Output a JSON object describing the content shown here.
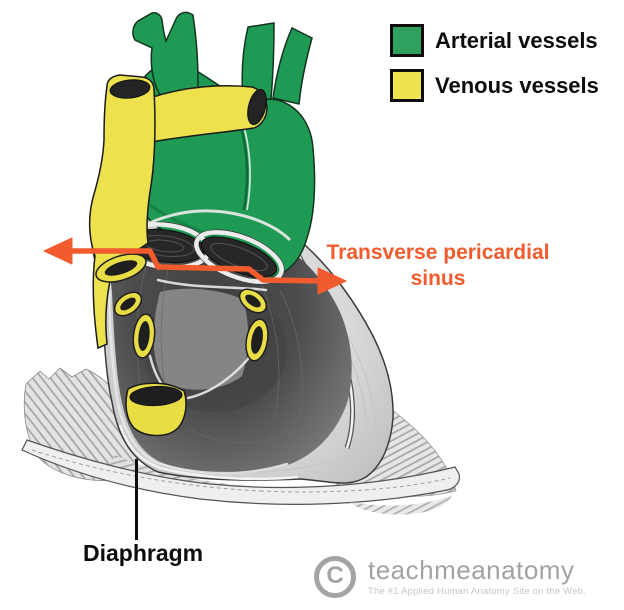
{
  "legend": {
    "items": [
      {
        "label": "Arterial vessels",
        "color": "#2FA05E"
      },
      {
        "label": "Venous vessels",
        "color": "#EFE44F"
      }
    ]
  },
  "annotations": {
    "transverse_sinus": {
      "line1": "Transverse pericardial",
      "line2": "sinus",
      "color": "#F15B2D"
    },
    "diaphragm": {
      "label": "Diaphragm"
    }
  },
  "watermark": {
    "symbol": "C",
    "brand": "teachmeanatomy",
    "tagline": "The #1 Applied Human Anatomy Site on the Web."
  },
  "palette": {
    "arterial_green": "#1F9A55",
    "venous_yellow": "#EDE24D",
    "annotation_orange": "#F15B2D",
    "sac_gray": "#d7d7d7",
    "interior_gray": "#4a4a4a"
  }
}
